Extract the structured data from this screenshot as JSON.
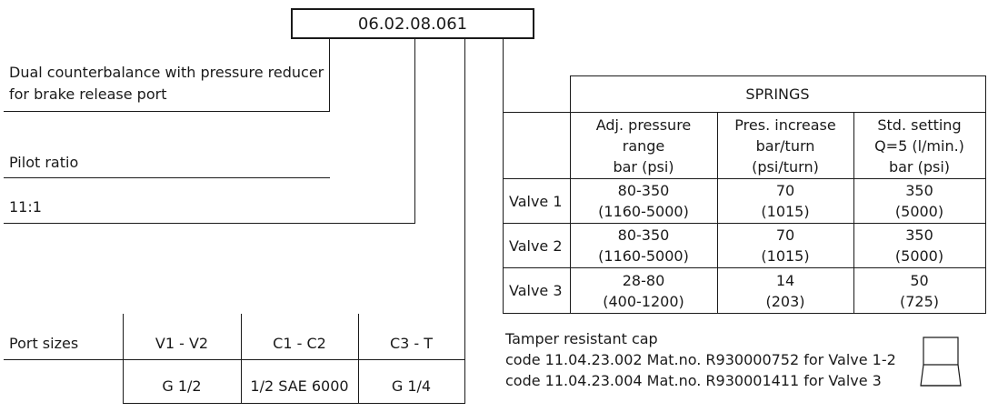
{
  "product_code": "06.02.08.061",
  "description": {
    "line1": "Dual counterbalance with pressure reducer",
    "line2": "for brake release port"
  },
  "pilot_ratio": {
    "label": "Pilot ratio",
    "value": "11:1"
  },
  "port_sizes": {
    "label": "Port sizes",
    "columns": [
      {
        "header": "V1 - V2",
        "value": "G 1/2"
      },
      {
        "header": "C1 - C2",
        "value": "1/2 SAE 6000"
      },
      {
        "header": "C3 - T",
        "value": "G 1/4"
      }
    ]
  },
  "springs": {
    "title": "SPRINGS",
    "headers": [
      [
        "Adj. pressure",
        "range",
        "bar (psi)"
      ],
      [
        "Pres. increase",
        "bar/turn",
        "(psi/turn)"
      ],
      [
        "Std. setting",
        "Q=5 (l/min.)",
        "bar (psi)"
      ]
    ],
    "rows": [
      {
        "label": "Valve 1",
        "cells": [
          [
            "80-350",
            "(1160-5000)"
          ],
          [
            "70",
            "(1015)"
          ],
          [
            "350",
            "(5000)"
          ]
        ]
      },
      {
        "label": "Valve 2",
        "cells": [
          [
            "80-350",
            "(1160-5000)"
          ],
          [
            "70",
            "(1015)"
          ],
          [
            "350",
            "(5000)"
          ]
        ]
      },
      {
        "label": "Valve 3",
        "cells": [
          [
            "28-80",
            "(400-1200)"
          ],
          [
            "14",
            "(203)"
          ],
          [
            "50",
            "(725)"
          ]
        ]
      }
    ]
  },
  "tamper": {
    "title": "Tamper resistant cap",
    "lines": [
      "code 11.04.23.002  Mat.no. R930000752  for Valve 1-2",
      "code 11.04.23.004  Mat.no. R930001411  for Valve 3"
    ],
    "icon": "cap-icon"
  }
}
